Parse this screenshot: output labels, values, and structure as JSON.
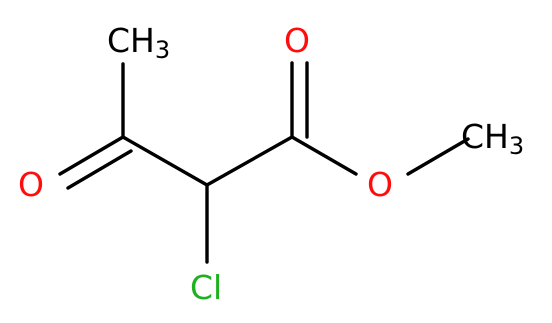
{
  "molecule": {
    "atoms": [
      {
        "id": "ch3_top",
        "text": "CH",
        "sub": "3",
        "color": "#000000"
      },
      {
        "id": "o_carbonyl_top",
        "text": "O",
        "sub": "",
        "color": "#ff0d0d"
      },
      {
        "id": "o_ketone",
        "text": "O",
        "sub": "",
        "color": "#ff0d0d"
      },
      {
        "id": "o_ester",
        "text": "O",
        "sub": "",
        "color": "#ff0d0d"
      },
      {
        "id": "ch3_right",
        "text": "CH",
        "sub": "3",
        "color": "#000000"
      },
      {
        "id": "cl",
        "text": "Cl",
        "sub": "",
        "color": "#1fb01f"
      }
    ]
  }
}
